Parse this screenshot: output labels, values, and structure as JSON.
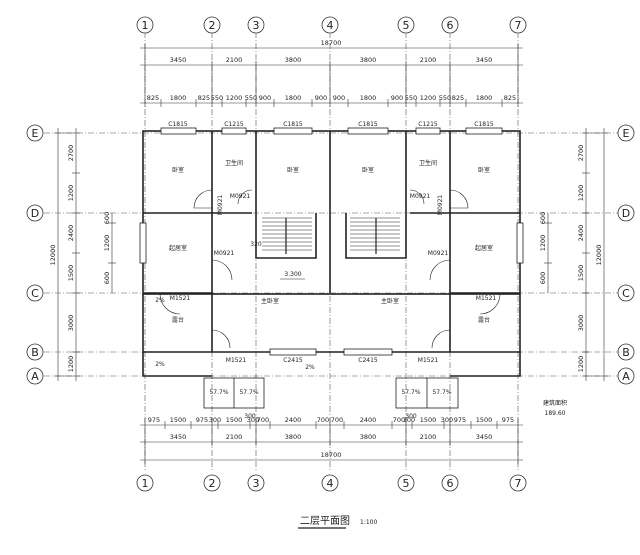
{
  "title": "二层平面图",
  "scale": "1:100",
  "grid_cols": [
    "1",
    "2",
    "3",
    "4",
    "5",
    "6",
    "7"
  ],
  "grid_rows": [
    "E",
    "D",
    "C",
    "B",
    "A"
  ],
  "top_total": "18700",
  "bottom_total": "18700",
  "bay_dims": [
    "3450",
    "2100",
    "3800",
    "3800",
    "2100",
    "3450"
  ],
  "top_window_dims": [
    "825",
    "1800",
    "825",
    "550",
    "1200",
    "550",
    "900",
    "1800",
    "900",
    "900",
    "1800",
    "900",
    "550",
    "1200",
    "550",
    "825",
    "1800",
    "825"
  ],
  "bottom_window_dims": [
    "975",
    "1500",
    "975",
    "300",
    "1500",
    "300",
    "700",
    "2400",
    "700",
    "700",
    "2400",
    "700",
    "300",
    "1500",
    "300",
    "975",
    "1500",
    "975"
  ],
  "side_total": "12000",
  "side_dims": [
    "2700",
    "1200",
    "2400",
    "1500",
    "3000",
    "1200"
  ],
  "side_inner_dims": [
    "600",
    "1200",
    "600"
  ],
  "rooms": {
    "bedroom": "卧室",
    "bathroom": "卫生间",
    "study": "起居室",
    "master": "主卧室",
    "balcony": "露台"
  },
  "labels": {
    "c1815": "C1815",
    "c1215": "C1215",
    "c2415": "C2415",
    "m0921": "M0921",
    "m1521": "M1521",
    "elev": "3.300",
    "stair": "320",
    "slope": "2%",
    "area_note": "建筑面积",
    "area_value": "189.60",
    "pct": "57.7%",
    "pct_sub": "300"
  }
}
